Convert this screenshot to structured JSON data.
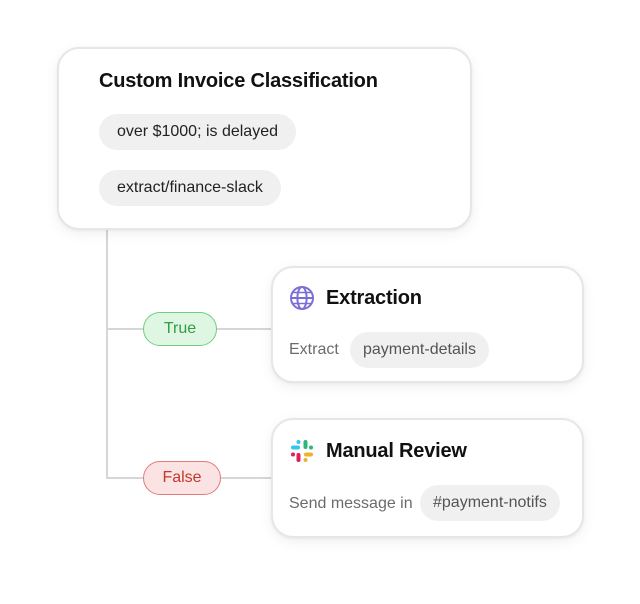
{
  "main_card": {
    "title": "Custom Invoice Classification",
    "condition": "over $1000; is delayed",
    "integration": "extract/finance-slack"
  },
  "branches": {
    "true_label": "True",
    "false_label": "False"
  },
  "extraction_card": {
    "icon": "globe-icon",
    "title": "Extraction",
    "action_label": "Extract",
    "action_value": "payment-details"
  },
  "review_card": {
    "icon": "slack-icon",
    "title": "Manual Review",
    "action_label": "Send message in",
    "action_value": "#payment-notifs"
  },
  "colors": {
    "true_fill": "#dff6e2",
    "true_border": "#6fcf7f",
    "true_text": "#2f9e44",
    "false_fill": "#fbe3e3",
    "false_border": "#e37b7b",
    "false_text": "#c0392b",
    "globe_icon": "#7b6fd6"
  }
}
